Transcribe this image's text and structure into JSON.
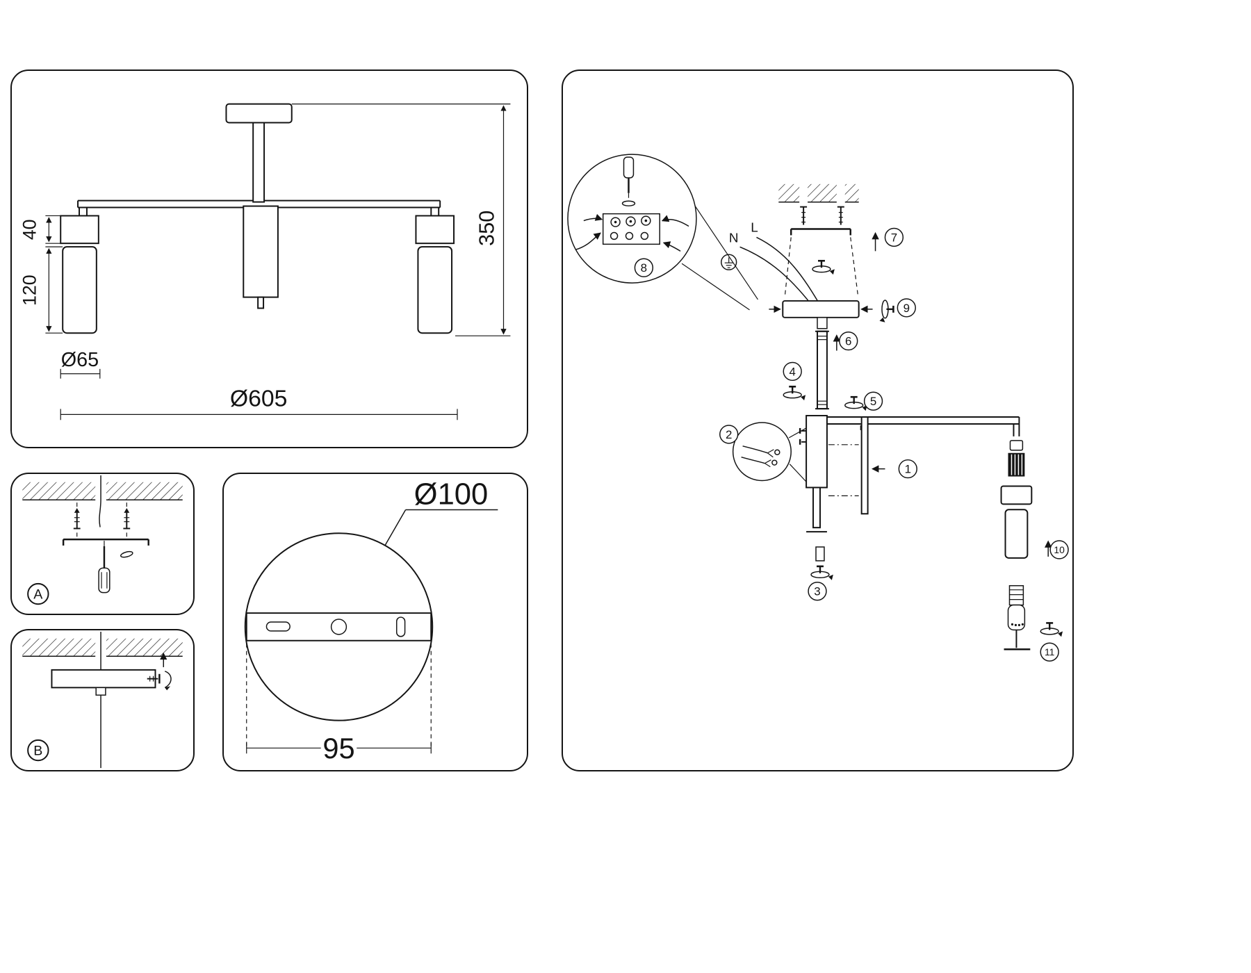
{
  "sheet": {
    "dimensions": {
      "mount_height": "40",
      "shade_height": "120",
      "shade_diameter": "Ø65",
      "fixture_diameter": "Ø605",
      "fixture_height": "350",
      "canopy_diameter": "Ø100",
      "hole_spacing": "95"
    },
    "panel_labels": {
      "a": "A",
      "b": "B"
    },
    "wiring": {
      "neutral": "N",
      "line": "L"
    },
    "steps": {
      "s1": "1",
      "s2": "2",
      "s3": "3",
      "s4": "4",
      "s5": "5",
      "s6": "6",
      "s7": "7",
      "s8": "8",
      "s9": "9",
      "s10": "10",
      "s11": "11"
    }
  }
}
